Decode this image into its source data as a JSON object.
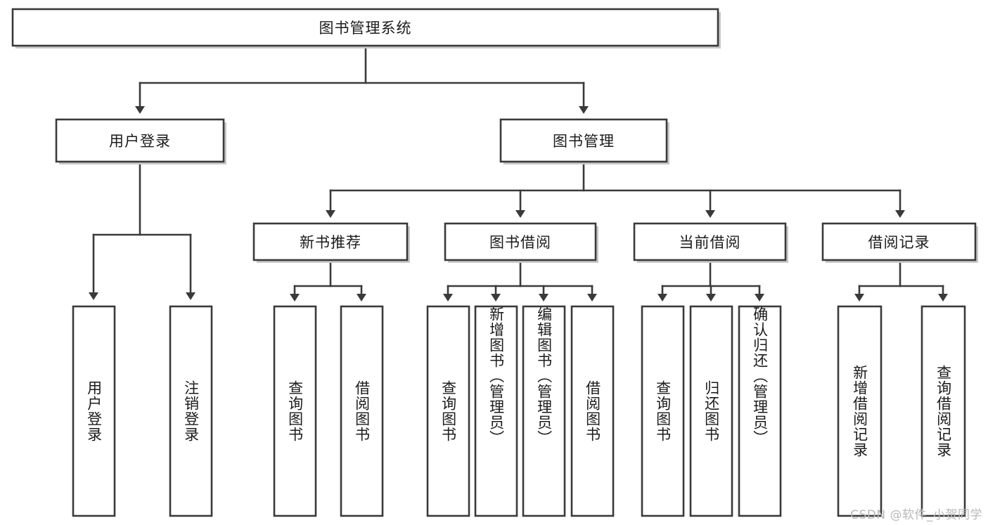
{
  "diagram": {
    "type": "tree",
    "title": "图书管理系统",
    "root": {
      "label": "图书管理系统"
    },
    "level2": [
      {
        "label": "用户登录"
      },
      {
        "label": "图书管理"
      }
    ],
    "level3": [
      {
        "label": "新书推荐"
      },
      {
        "label": "图书借阅"
      },
      {
        "label": "当前借阅"
      },
      {
        "label": "借阅记录"
      }
    ],
    "leaves_user_login": [
      {
        "label": "用户登录"
      },
      {
        "label": "注销登录"
      }
    ],
    "leaves_new_book": [
      {
        "label": "查询图书"
      },
      {
        "label": "借阅图书"
      }
    ],
    "leaves_borrow": [
      {
        "label": "查询图书"
      },
      {
        "label": "新增图书（管理员）"
      },
      {
        "label": "编辑图书（管理员）"
      },
      {
        "label": "借阅图书"
      }
    ],
    "leaves_current": [
      {
        "label": "查询图书"
      },
      {
        "label": "归还图书"
      },
      {
        "label": "确认归还（管理员）"
      }
    ],
    "leaves_record": [
      {
        "label": "新增借阅记录"
      },
      {
        "label": "查询借阅记录"
      }
    ]
  },
  "watermark": {
    "text": "CSDN @软件_小贺同学"
  },
  "colors": {
    "stroke": "#3a3a3a",
    "fill": "#ffffff",
    "text": "#1b1b1b",
    "watermark": "#b8b8b8"
  }
}
